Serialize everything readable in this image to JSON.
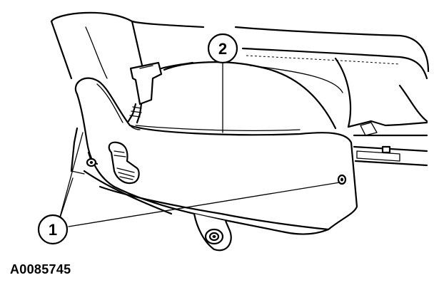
{
  "callouts": [
    {
      "number": "1"
    },
    {
      "number": "2"
    }
  ],
  "figure_id": "A0085745"
}
